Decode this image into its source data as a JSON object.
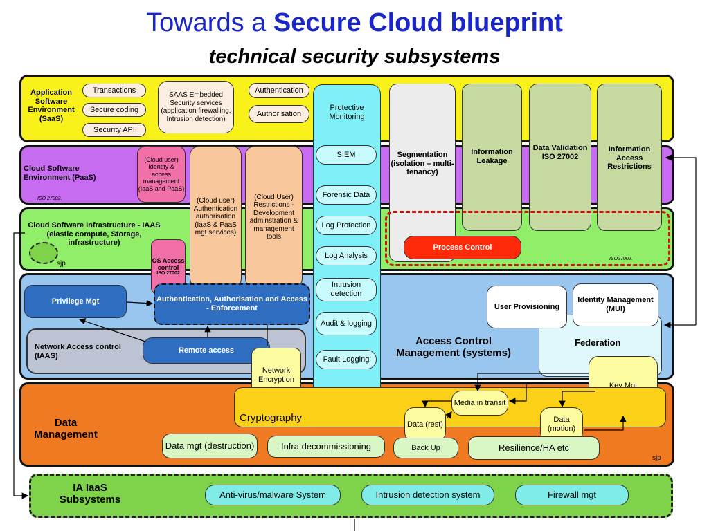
{
  "title": {
    "prefix": "Towards a",
    "bold": "Secure Cloud blueprint",
    "subtitle": "technical security subsystems"
  },
  "layers": {
    "saas": "Application Software Environment (SaaS)",
    "paas": "Cloud Software Environment  (PaaS)",
    "paas_iso": "ISO  27002.",
    "iaas": "Cloud Software Infrastructure - IAAS  (elastic compute, Storage, infrastructure)",
    "sjp1": "sjp",
    "data_mgmt": "Data Management",
    "sjp2": "sjp",
    "ia": "IA IaaS Subsystems",
    "acm": "Access Control Management (systems)"
  },
  "saas_items": {
    "transactions": "Transactions",
    "secure_coding": "Secure coding",
    "security_api": "Security API",
    "embedded": "SAAS Embedded Security services (application firewalling, Intrusion detection)",
    "authentication": "Authentication",
    "authorisation": "Authorisation"
  },
  "monitoring": {
    "title": "Protective Monitoring",
    "items": [
      "SIEM",
      "Forensic Data",
      "Log Protection",
      "Log Analysis",
      "Intrusion detection",
      "Audit & logging",
      "Fault Logging"
    ]
  },
  "columns": {
    "segmentation": "Segmentation (isolation – multi-tenancy)",
    "leakage": "Information Leakage",
    "validation": "Data Validation ISO 27002",
    "access_restrictions": "Information Access Restrictions",
    "process_control": "Process Control",
    "iso": "ISO27002."
  },
  "paas_items": {
    "iam": "(Cloud user) Identity & access management (IaaS and PaaS)",
    "auth": "(Cloud user) Authentication authorisation (IaaS & PaaS mgt services)",
    "restrictions": "(Cloud User) Restrictions - Development adminstration & management tools",
    "os_access": "OS Access control",
    "os_iso": "ISO 27002"
  },
  "acm_items": {
    "privilege": "Privilege Mgt",
    "aaa": "Authentication, Authorisation and Access - Enforcement",
    "nac": "Network Access control (IAAS)",
    "remote": "Remote access",
    "network_enc": "Network Encryption",
    "user_prov": "User Provisioning",
    "identity": "Identity Management (MUI)",
    "federation": "Federation",
    "key_mgt": "Key Mgt"
  },
  "data_items": {
    "cryptography": "Cryptography",
    "media": "Media in transit",
    "data_rest": "Data (rest)",
    "data_motion": "Data (motion)",
    "data_mgt": "Data mgt (destruction)",
    "infra": "Infra decommissioning",
    "backup": "Back Up",
    "resilience": "Resilience/HA etc"
  },
  "ia_items": {
    "antivirus": "Anti-virus/malware System",
    "ids": "Intrusion detection system",
    "firewall": "Firewall mgt"
  },
  "colors": {
    "title_blue": "#1a26c8",
    "saas_yellow": "#f9f21a",
    "paas_purple": "#c76bf0",
    "iaas_green": "#90ee68",
    "acm_blue": "#98c6ef",
    "data_orange": "#f07a22",
    "ia_green": "#7ed34a",
    "monitor_cyan": "#7ff0f8",
    "column_green": "#c6d9a0",
    "process_red": "#ff2a0a"
  }
}
